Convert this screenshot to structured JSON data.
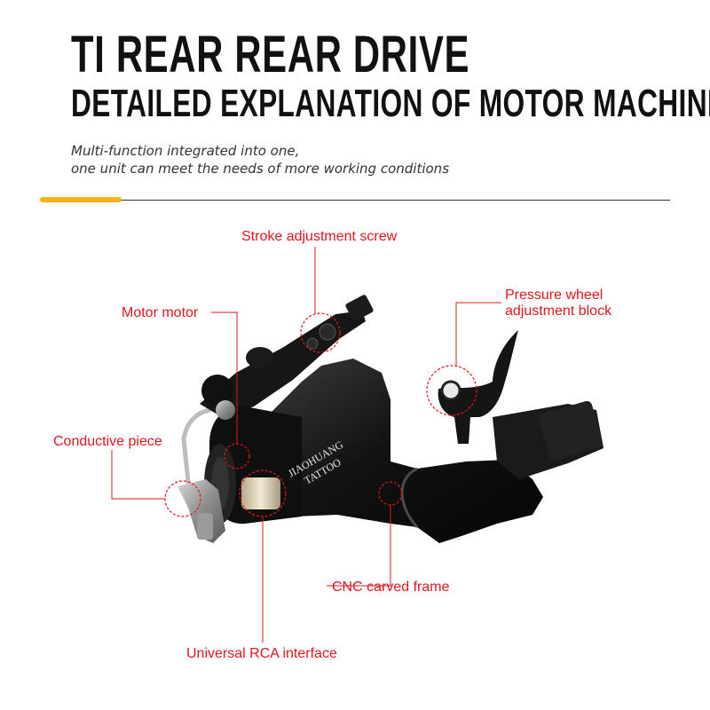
{
  "header": {
    "title_line1": "TI REAR REAR DRIVE",
    "title_line2": "DETAILED EXPLANATION OF MOTOR MACHINE",
    "subtitle_line1": "Multi-function integrated into one,",
    "subtitle_line2": "one unit can meet the needs of more working conditions"
  },
  "colors": {
    "accent_bar": "#f5b21a",
    "callout": "#e3161b",
    "divider": "#333333",
    "machine_body": "#111111"
  },
  "product": {
    "engraving_line1": "JIAOHUANG",
    "engraving_line2": "TATTOO"
  },
  "callouts": [
    {
      "id": "stroke",
      "label": "Stroke adjustment screw"
    },
    {
      "id": "motor",
      "label": "Motor motor"
    },
    {
      "id": "pressure",
      "label_line1": "Pressure wheel",
      "label_line2": "adjustment block"
    },
    {
      "id": "conductive",
      "label": "Conductive piece"
    },
    {
      "id": "cnc",
      "label": "CNC carved frame"
    },
    {
      "id": "rca",
      "label": "Universal RCA interface"
    }
  ]
}
